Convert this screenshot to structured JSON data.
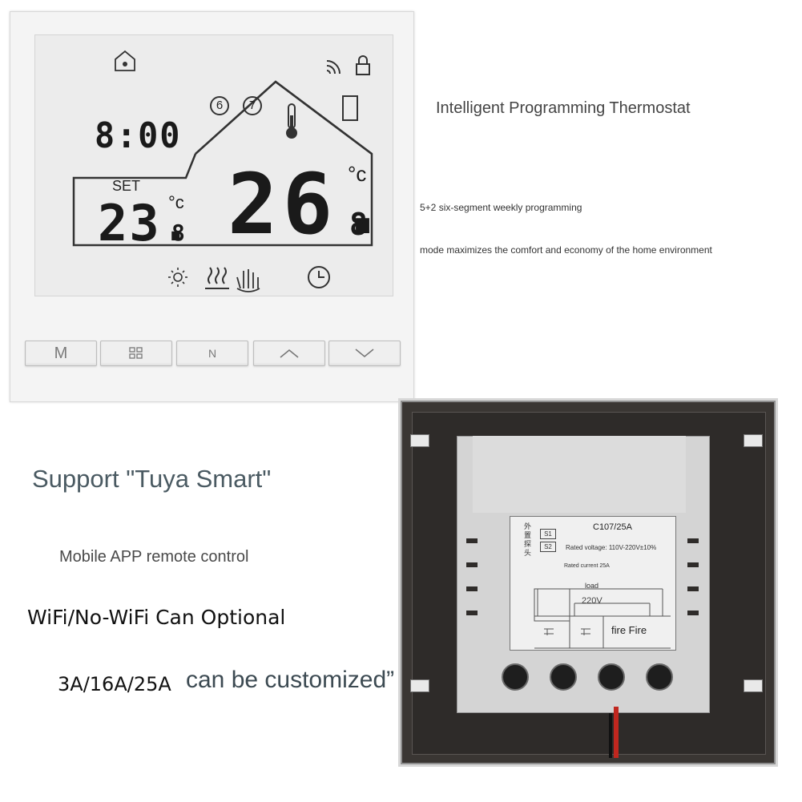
{
  "lcd": {
    "clock": "8:00",
    "set_label": "SET",
    "set_temp_int": "23.",
    "set_temp_dec": "8",
    "set_unit": "°c",
    "current_temp_int": "26.",
    "current_temp_dec": "8",
    "current_unit": "°c",
    "program_6": "6",
    "program_7": "7",
    "icons": [
      "home-away-icon",
      "wifi-icon",
      "lock-icon",
      "thermometer-icon",
      "sun-icon",
      "heating-icon",
      "manual-hand-icon",
      "clock-icon"
    ]
  },
  "buttons": {
    "m": "M",
    "n": "N",
    "up_icon": "chevron-up-icon",
    "down_icon": "chevron-down-icon",
    "menu_icon": "menu-grid-icon"
  },
  "text": {
    "title": "Intelligent Programming Thermostat",
    "desc1": "5+2 six-segment weekly programming",
    "desc2": "mode maximizes the comfort and economy of the home environment",
    "support": "Support \"Tuya Smart\"",
    "mobile": "Mobile APP remote control",
    "wifi": "WiFi/No-WiFi Can Optional",
    "custom_a": "3A/16A/25A",
    "custom_b": "can be customized”"
  },
  "back_label": {
    "model": "C107/25A",
    "cn": "外置探头",
    "s1": "S1",
    "s2": "S2",
    "voltage": "Rated voltage: 110V-220V±10%",
    "current": "Rated current 25A",
    "load": "load",
    "v220": "220V",
    "fire": "fire Fire"
  },
  "colors": {
    "lcd_bg": "#ececec",
    "device_bg": "#f4f4f4",
    "support_text": "#4a5a62",
    "wire_red": "#c0271f"
  }
}
